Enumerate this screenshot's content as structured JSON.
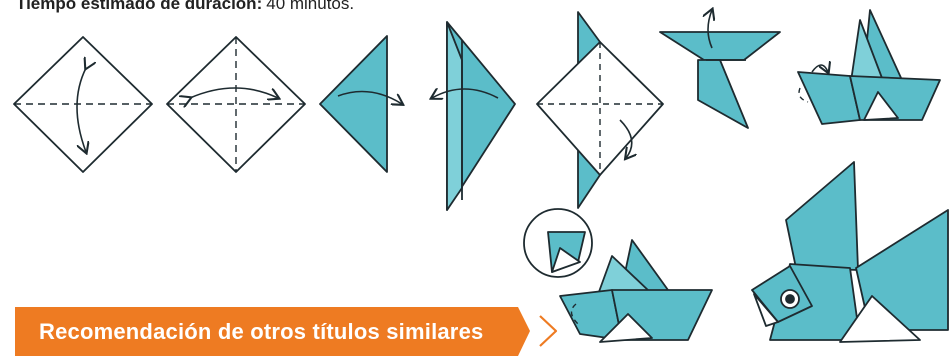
{
  "estimate": {
    "label": "Tiempo estimado de duración:",
    "value": "40 minutos."
  },
  "recommendation": {
    "label": "Recomendación de otros títulos similares"
  },
  "colors": {
    "accent": "#EE7B22",
    "paper_blue": "#5BBDC9",
    "outline": "#1E2B30"
  },
  "icons": [
    "origami-bird-steps",
    "chevron-right-icon"
  ]
}
